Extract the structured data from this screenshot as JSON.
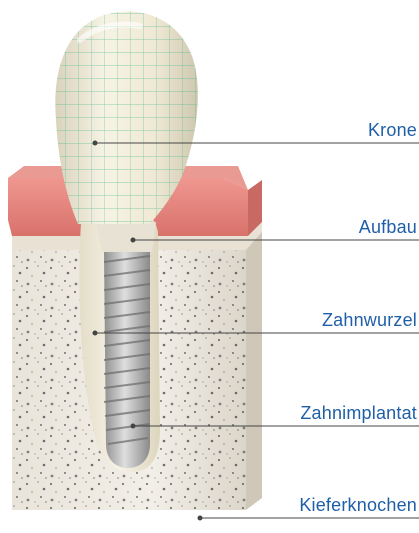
{
  "labels": {
    "crown": "Krone",
    "abutment": "Aufbau",
    "root": "Zahnwurzel",
    "implant": "Zahnimplantat",
    "jawbone": "Kieferknochen"
  },
  "colors": {
    "label_text": "#1f5fa8",
    "leader_line": "#444444",
    "gum": "#e4837c",
    "bone": "#ece8df",
    "tooth": "#f1ecd9",
    "grid": "#3fb58a",
    "implant": "#b9b9b9"
  }
}
